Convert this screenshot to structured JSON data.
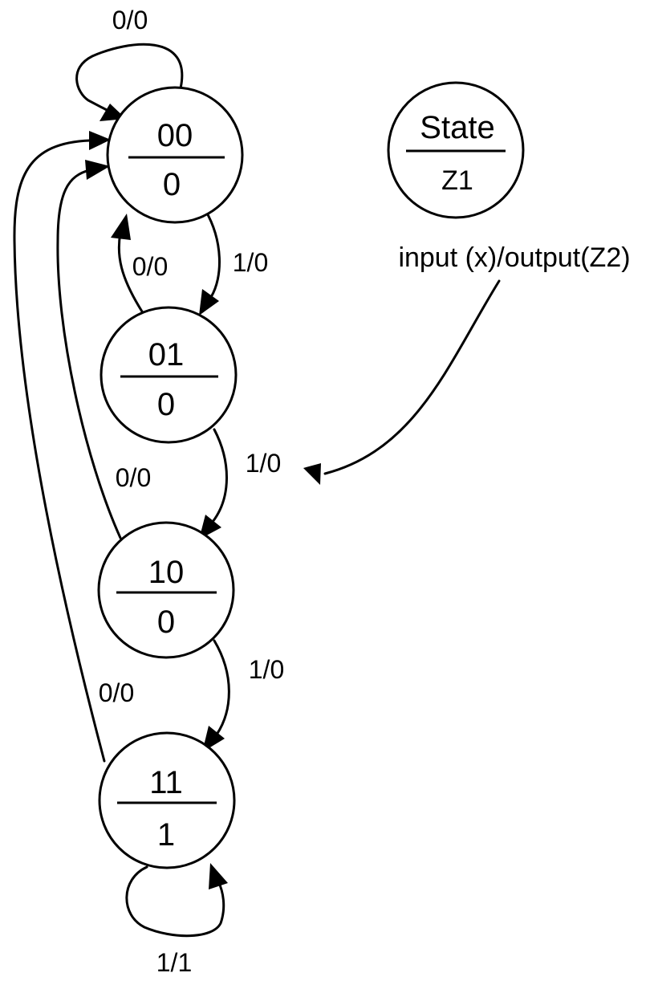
{
  "diagram": {
    "type": "state-machine (Moore)",
    "states": [
      {
        "name": "00",
        "output": "0"
      },
      {
        "name": "01",
        "output": "0"
      },
      {
        "name": "10",
        "output": "0"
      },
      {
        "name": "11",
        "output": "1"
      }
    ],
    "transitions": [
      {
        "from": "00",
        "to": "00",
        "label": "0/0"
      },
      {
        "from": "00",
        "to": "01",
        "label": "1/0"
      },
      {
        "from": "01",
        "to": "00",
        "label": "0/0"
      },
      {
        "from": "01",
        "to": "10",
        "label": "1/0"
      },
      {
        "from": "10",
        "to": "00",
        "label": "0/0"
      },
      {
        "from": "10",
        "to": "11",
        "label": "1/0"
      },
      {
        "from": "11",
        "to": "00",
        "label": "0/0"
      },
      {
        "from": "11",
        "to": "11",
        "label": "1/1"
      }
    ],
    "legend": {
      "state_label": "State",
      "output_label": "Z1",
      "edge_label": "input (x)/output(Z2)"
    }
  }
}
